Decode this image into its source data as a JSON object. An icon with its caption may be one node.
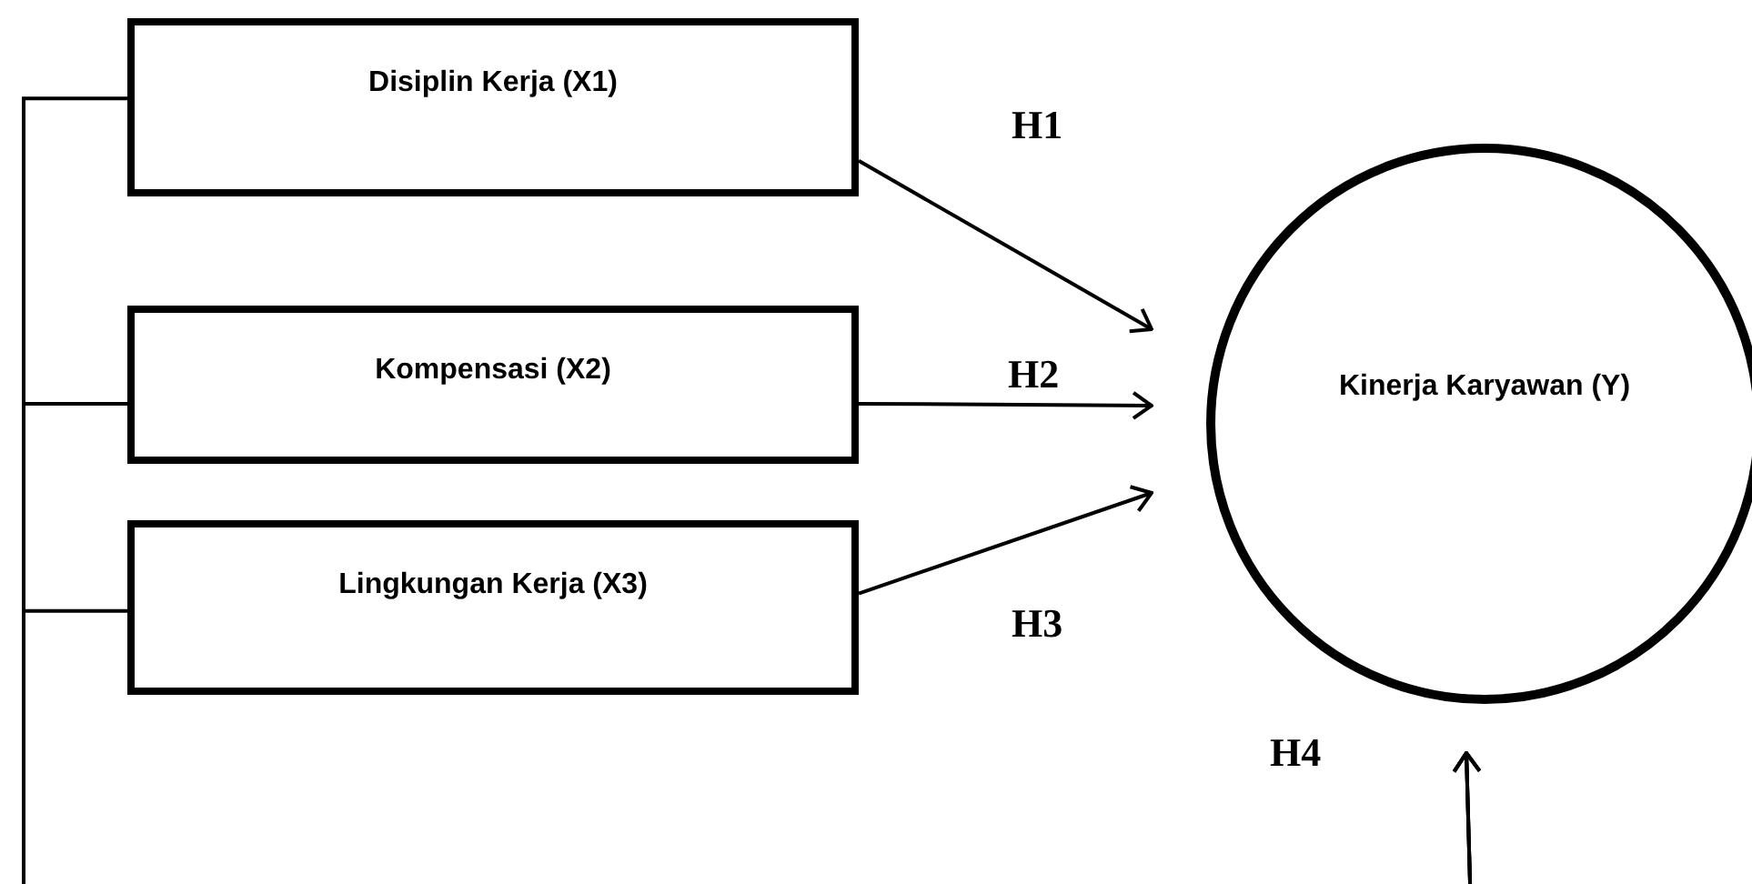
{
  "diagram": {
    "nodes": [
      {
        "text": [
          "Disiplin Kerja (X1)"
        ]
      },
      {
        "text": [
          "Kompensasi (X2)"
        ]
      },
      {
        "text": [
          "Lingkungan Kerja (X3)"
        ]
      },
      {
        "text": [
          "Kinerja Karyawan (Y)"
        ]
      }
    ],
    "edges": [
      {
        "from": 0,
        "to": 3,
        "arrow": "to",
        "label": "H1"
      },
      {
        "from": 1,
        "to": 3,
        "arrow": "to",
        "label": "H2"
      },
      {
        "from": 2,
        "to": 3,
        "arrow": "to",
        "label": "H3"
      },
      {
        "from": 0,
        "to": 3,
        "arrow": "to"
      },
      {
        "from": 1,
        "to": 3,
        "arrow": "to"
      },
      {
        "from": 2,
        "to": 3,
        "arrow": "to",
        "label": "H4"
      }
    ]
  }
}
